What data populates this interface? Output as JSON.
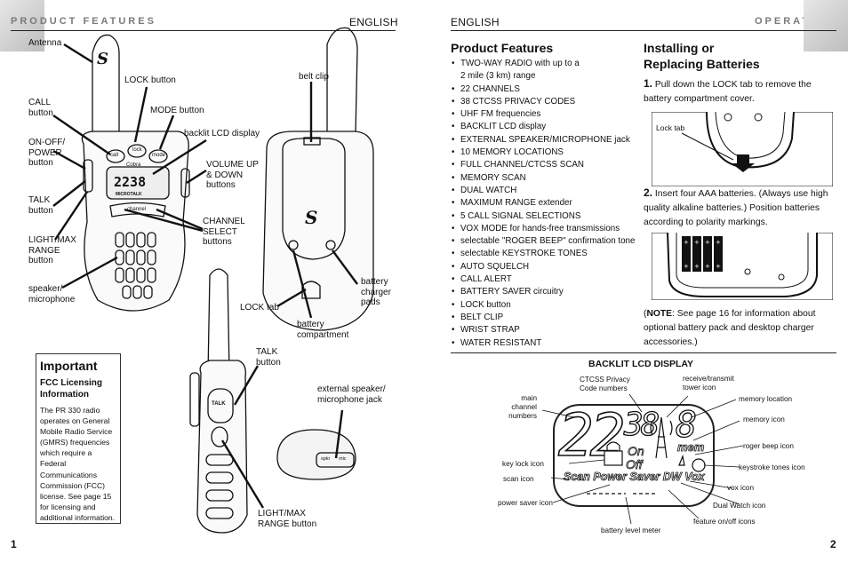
{
  "left_page": {
    "header": "PRODUCT FEATURES",
    "language": "ENGLISH",
    "page_number": "1",
    "callouts": {
      "antenna": "Antenna",
      "lock_button": "LOCK button",
      "belt_clip": "belt clip",
      "call_button": "CALL\nbutton",
      "mode_button": "MODE button",
      "backlit_lcd": "backlit LCD display",
      "on_off": "ON-OFF/\nPOWER\nbutton",
      "volume": "VOLUME UP\n& DOWN\nbuttons",
      "talk_button": "TALK\nbutton",
      "channel_select": "CHANNEL\nSELECT\nbuttons",
      "light_max": "LIGHT/MAX\nRANGE\nbutton",
      "speaker_mic": "speaker/\nmicrophone",
      "lock_tab": "LOCK tab",
      "battery_compartment": "battery\ncompartment",
      "battery_charger_pads": "battery\ncharger\npads",
      "talk_button_2": "TALK\nbutton",
      "ext_speaker": "external speaker/\nmicrophone jack",
      "light_max_2": "LIGHT/MAX\nRANGE button"
    },
    "important": {
      "title": "Important",
      "subtitle": "FCC Licensing\nInformation",
      "body": "The PR 330 radio operates on General Mobile Radio Service (GMRS) frequencies which require a Federal Communications Commission (FCC) license. See page 15 for licensing and additional information."
    },
    "radio_lcd": {
      "digits": "2238",
      "brand": "Cobra",
      "model": "MICROTALK",
      "btn_call": "call",
      "btn_lock": "lock",
      "btn_mode": "mode",
      "btn_channel": "channel",
      "jack_a": "spkr",
      "jack_b": "mic",
      "talk_label": "TALK"
    }
  },
  "right_page": {
    "header": "OPERATION",
    "language": "ENGLISH",
    "page_number": "2",
    "product_features": {
      "title": "Product Features",
      "items": [
        "TWO-WAY RADIO with up to a",
        "22 CHANNELS",
        "38 CTCSS PRIVACY CODES",
        "UHF FM frequencies",
        "BACKLIT LCD display",
        "EXTERNAL SPEAKER/MICROPHONE jack",
        "10 MEMORY LOCATIONS",
        "FULL CHANNEL/CTCSS SCAN",
        "MEMORY SCAN",
        "DUAL WATCH",
        "MAXIMUM RANGE extender",
        "5 CALL SIGNAL SELECTIONS",
        "VOX MODE for hands-free transmissions",
        "selectable \"ROGER BEEP\" confirmation tone",
        "selectable KEYSTROKE TONES",
        "AUTO SQUELCH",
        "CALL ALERT",
        "BATTERY SAVER circuitry",
        "LOCK button",
        "BELT CLIP",
        "WRIST STRAP",
        "WATER RESISTANT"
      ],
      "first_item_cont": "2 mile (3 km) range"
    },
    "batteries": {
      "title_line1": "Installing or",
      "title_line2": "Replacing Batteries",
      "step1_num": "1.",
      "step1": "Pull down the LOCK tab to remove the battery compartment cover.",
      "lock_tab_label": "Lock tab",
      "step2_num": "2.",
      "step2": "Insert four AAA batteries. (Always use high quality alkaline batteries.) Position batteries according to polarity markings.",
      "note_label": "NOTE",
      "note": ": See page 16 for information about optional battery pack and desktop charger accessories.)"
    },
    "lcd": {
      "title": "BACKLIT LCD DISPLAY",
      "digits_main": "22",
      "digits_ctcss": "38",
      "digit_mem": "8",
      "word_on": "On",
      "word_off": "Off",
      "word_mem": "mem",
      "icon_row": "Scan Power Saver DW Vox",
      "labels": {
        "main_channel": "main channel\nnumbers",
        "ctcss": "CTCSS Privacy\nCode numbers",
        "rx_tx": "receive/transmit\ntower icon",
        "memory_location": "memory location",
        "memory_icon": "memory icon",
        "roger": "roger beep icon",
        "keystroke": "keystroke tones icon",
        "vox": "vox icon",
        "dual_watch": "Dual Watch icon",
        "feature_onoff": "feature on/off icons",
        "battery_meter": "battery level meter",
        "power_saver": "power saver icon",
        "scan": "scan icon",
        "key_lock": "key lock icon"
      }
    }
  }
}
